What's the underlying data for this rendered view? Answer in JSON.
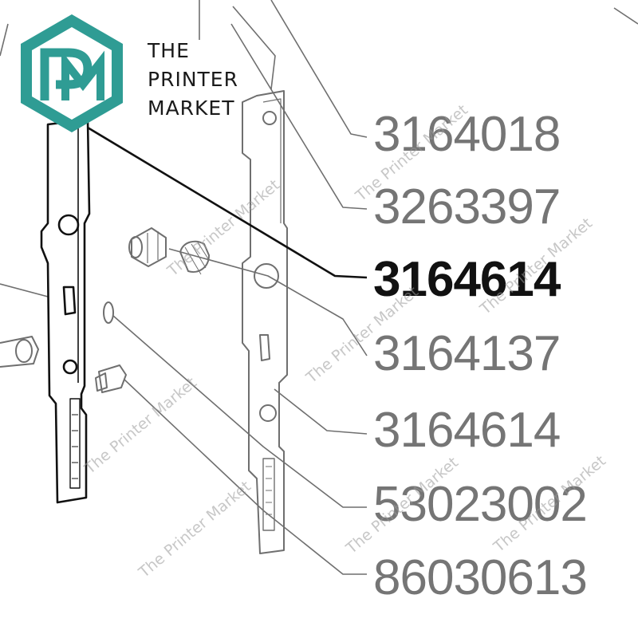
{
  "logo": {
    "brand_lines": [
      "THE",
      "PRINTER",
      "MARKET"
    ],
    "monogram": "PM",
    "color": "#2f9c94"
  },
  "watermark": "The Printer Market",
  "part_numbers": [
    {
      "number": "3164018",
      "emphasis": false
    },
    {
      "number": "3263397",
      "emphasis": false
    },
    {
      "number": "3164614",
      "emphasis": true
    },
    {
      "number": "3164137",
      "emphasis": false
    },
    {
      "number": "3164614",
      "emphasis": false
    },
    {
      "number": "53023002",
      "emphasis": false
    },
    {
      "number": "86030613",
      "emphasis": false
    }
  ],
  "colors": {
    "label_gray": "#757575",
    "label_bold": "#111111",
    "line_art": "#6f6f6f"
  }
}
